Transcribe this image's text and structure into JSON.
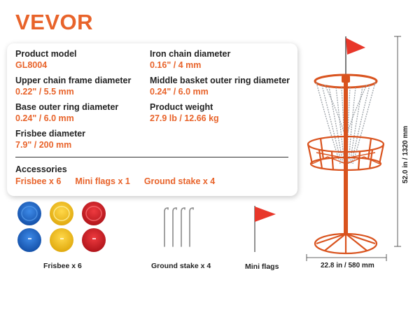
{
  "brand": "VEVOR",
  "specs": {
    "model_label": "Product model",
    "model_value": "GL8004",
    "iron_chain_label": "Iron chain diameter",
    "iron_chain_value": "0.16\" / 4 mm",
    "upper_frame_label": "Upper chain frame diameter",
    "upper_frame_value": "0.22\" / 5.5 mm",
    "middle_ring_label": "Middle basket outer ring diameter",
    "middle_ring_value": "0.24\" / 6.0 mm",
    "base_ring_label": "Base outer ring diameter",
    "base_ring_value": "0.24\" / 6.0 mm",
    "weight_label": "Product weight",
    "weight_value": "27.9 lb / 12.66 kg",
    "frisbee_label": "Frisbee diameter",
    "frisbee_value": "7.9\" / 200 mm"
  },
  "accessories": {
    "title": "Accessories",
    "items": [
      "Frisbee x 6",
      "Mini flags x 1",
      "Ground stake x 4"
    ]
  },
  "captions": {
    "frisbee": "Frisbee x 6",
    "stake": "Ground stake x 4",
    "flags": "Mini flags"
  },
  "dimensions": {
    "height": "52.0 in / 1320 mm",
    "width": "22.8 in / 580 mm"
  },
  "colors": {
    "accent": "#e8632a",
    "flag": "#e8372a",
    "frisbee_blue": "#1f6fd1",
    "frisbee_yellow": "#f2c21b",
    "frisbee_red": "#d61f26"
  }
}
